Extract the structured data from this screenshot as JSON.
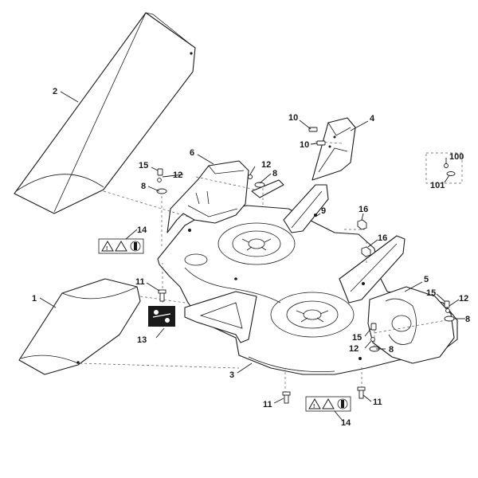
{
  "diagram": {
    "parts": [
      {
        "id": "p1",
        "label": "1"
      },
      {
        "id": "p2",
        "label": "2"
      },
      {
        "id": "p3",
        "label": "3"
      },
      {
        "id": "p4",
        "label": "4"
      },
      {
        "id": "p5",
        "label": "5"
      },
      {
        "id": "p6",
        "label": "6"
      },
      {
        "id": "p8a",
        "label": "8"
      },
      {
        "id": "p8b",
        "label": "8"
      },
      {
        "id": "p8c",
        "label": "8"
      },
      {
        "id": "p8d",
        "label": "8"
      },
      {
        "id": "p9",
        "label": "9"
      },
      {
        "id": "p10a",
        "label": "10"
      },
      {
        "id": "p10b",
        "label": "10"
      },
      {
        "id": "p11a",
        "label": "11"
      },
      {
        "id": "p11b",
        "label": "11"
      },
      {
        "id": "p11c",
        "label": "11"
      },
      {
        "id": "p12a",
        "label": "12"
      },
      {
        "id": "p12b",
        "label": "12"
      },
      {
        "id": "p12c",
        "label": "12"
      },
      {
        "id": "p12d",
        "label": "12"
      },
      {
        "id": "p13",
        "label": "13"
      },
      {
        "id": "p14a",
        "label": "14"
      },
      {
        "id": "p14b",
        "label": "14"
      },
      {
        "id": "p15a",
        "label": "15"
      },
      {
        "id": "p15b",
        "label": "15"
      },
      {
        "id": "p15c",
        "label": "15"
      },
      {
        "id": "p16a",
        "label": "16"
      },
      {
        "id": "p16b",
        "label": "16"
      },
      {
        "id": "p100",
        "label": "100"
      },
      {
        "id": "p101",
        "label": "101"
      }
    ]
  }
}
